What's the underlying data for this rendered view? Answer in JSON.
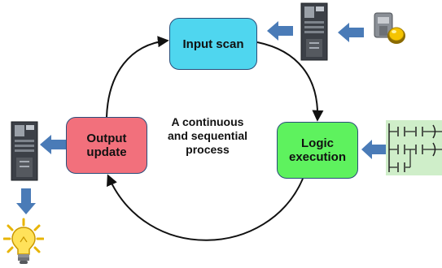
{
  "colors": {
    "input_box": "#4fd6ef",
    "logic_box": "#5ef25e",
    "output_box": "#f2707c",
    "flow_arrow": "#4a7bb7",
    "cycle_arrow": "#111111",
    "ladder_panel": "#cfeec9"
  },
  "stages": {
    "input": {
      "label": "Input scan"
    },
    "logic": {
      "label": "Logic\nexecution"
    },
    "output": {
      "label": "Output\nupdate"
    }
  },
  "center_text": "A continuous\nand sequential\nprocess",
  "icons": {
    "input_button": "push-button-icon",
    "input_module": "plc-module-icon",
    "ladder": "ladder-diagram-icon",
    "output_module": "plc-module-icon",
    "lamp": "light-bulb-icon"
  }
}
